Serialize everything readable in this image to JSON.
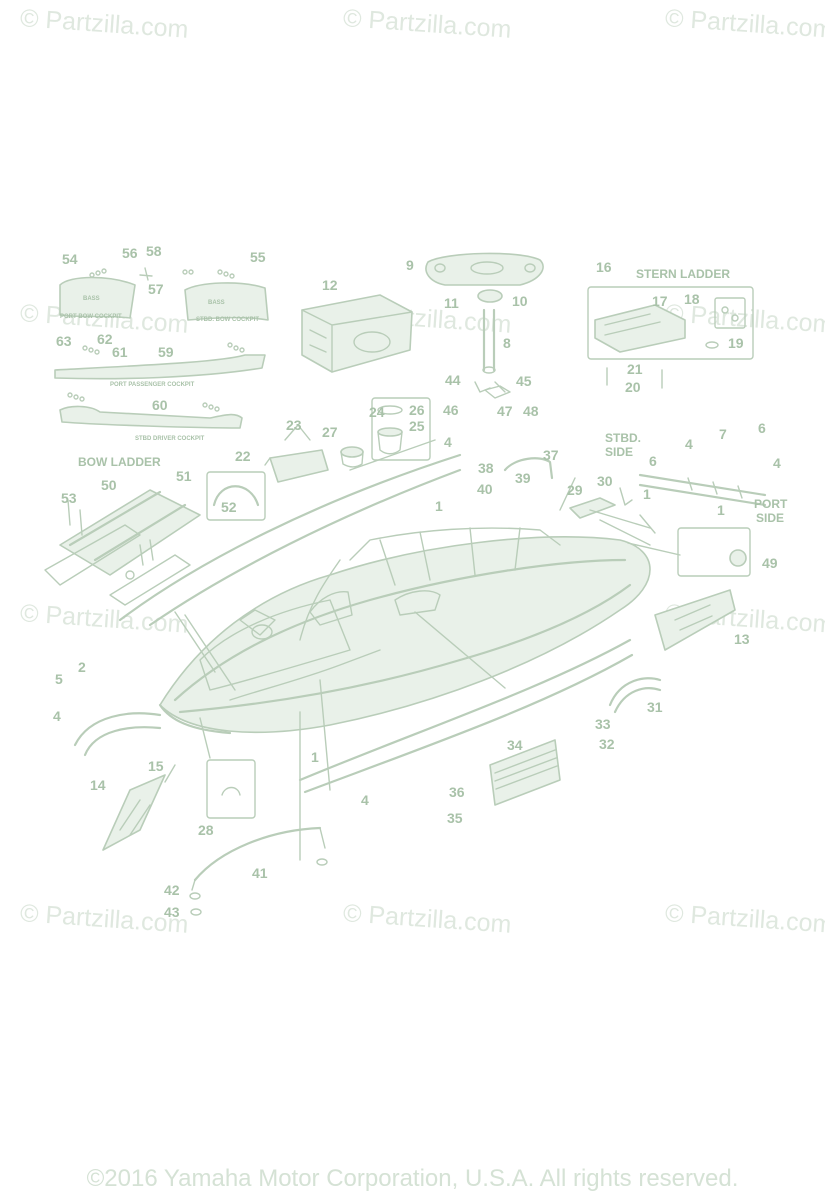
{
  "watermark": "© Partzilla.com",
  "copyright": "©2016 Yamaha Motor Corporation, U.S.A. All rights reserved.",
  "section_labels": {
    "stern_ladder": "STERN LADDER",
    "bow_ladder": "BOW LADDER",
    "port_bow_cockpit": "PORT BOW COCKPIT",
    "stbd_bow_cockpit": "STBD. BOW COCKPIT",
    "port_passenger_cockpit": "PORT PASSENGER COCKPIT",
    "stbd_driver_cockpit": "STBD DRIVER COCKPIT",
    "stbd_side_1": "STBD.",
    "stbd_side_2": "SIDE",
    "port_side_1": "PORT",
    "port_side_2": "SIDE"
  },
  "callouts": {
    "c1a": "1",
    "c1b": "1",
    "c1c": "1",
    "c1d": "1",
    "c2": "2",
    "c4a": "4",
    "c4b": "4",
    "c4c": "4",
    "c4d": "4",
    "c4e": "4",
    "c5": "5",
    "c6a": "6",
    "c6b": "6",
    "c7": "7",
    "c8": "8",
    "c9": "9",
    "c10": "10",
    "c11": "11",
    "c12": "12",
    "c13": "13",
    "c14": "14",
    "c15": "15",
    "c16": "16",
    "c17": "17",
    "c18": "18",
    "c19": "19",
    "c20": "20",
    "c21": "21",
    "c22": "22",
    "c23": "23",
    "c24": "24",
    "c25": "25",
    "c26": "26",
    "c27": "27",
    "c28": "28",
    "c29": "29",
    "c30": "30",
    "c31": "31",
    "c32": "32",
    "c33": "33",
    "c34": "34",
    "c35": "35",
    "c36": "36",
    "c37": "37",
    "c38": "38",
    "c39": "39",
    "c40": "40",
    "c41": "41",
    "c42": "42",
    "c43": "43",
    "c44": "44",
    "c45": "45",
    "c46": "46",
    "c47": "47",
    "c48": "48",
    "c49": "49",
    "c50": "50",
    "c51": "51",
    "c52": "52",
    "c53": "53",
    "c54": "54",
    "c55": "55",
    "c56": "56",
    "c57": "57",
    "c58": "58",
    "c59": "59",
    "c60": "60",
    "c61": "61",
    "c62": "62",
    "c63": "63"
  }
}
